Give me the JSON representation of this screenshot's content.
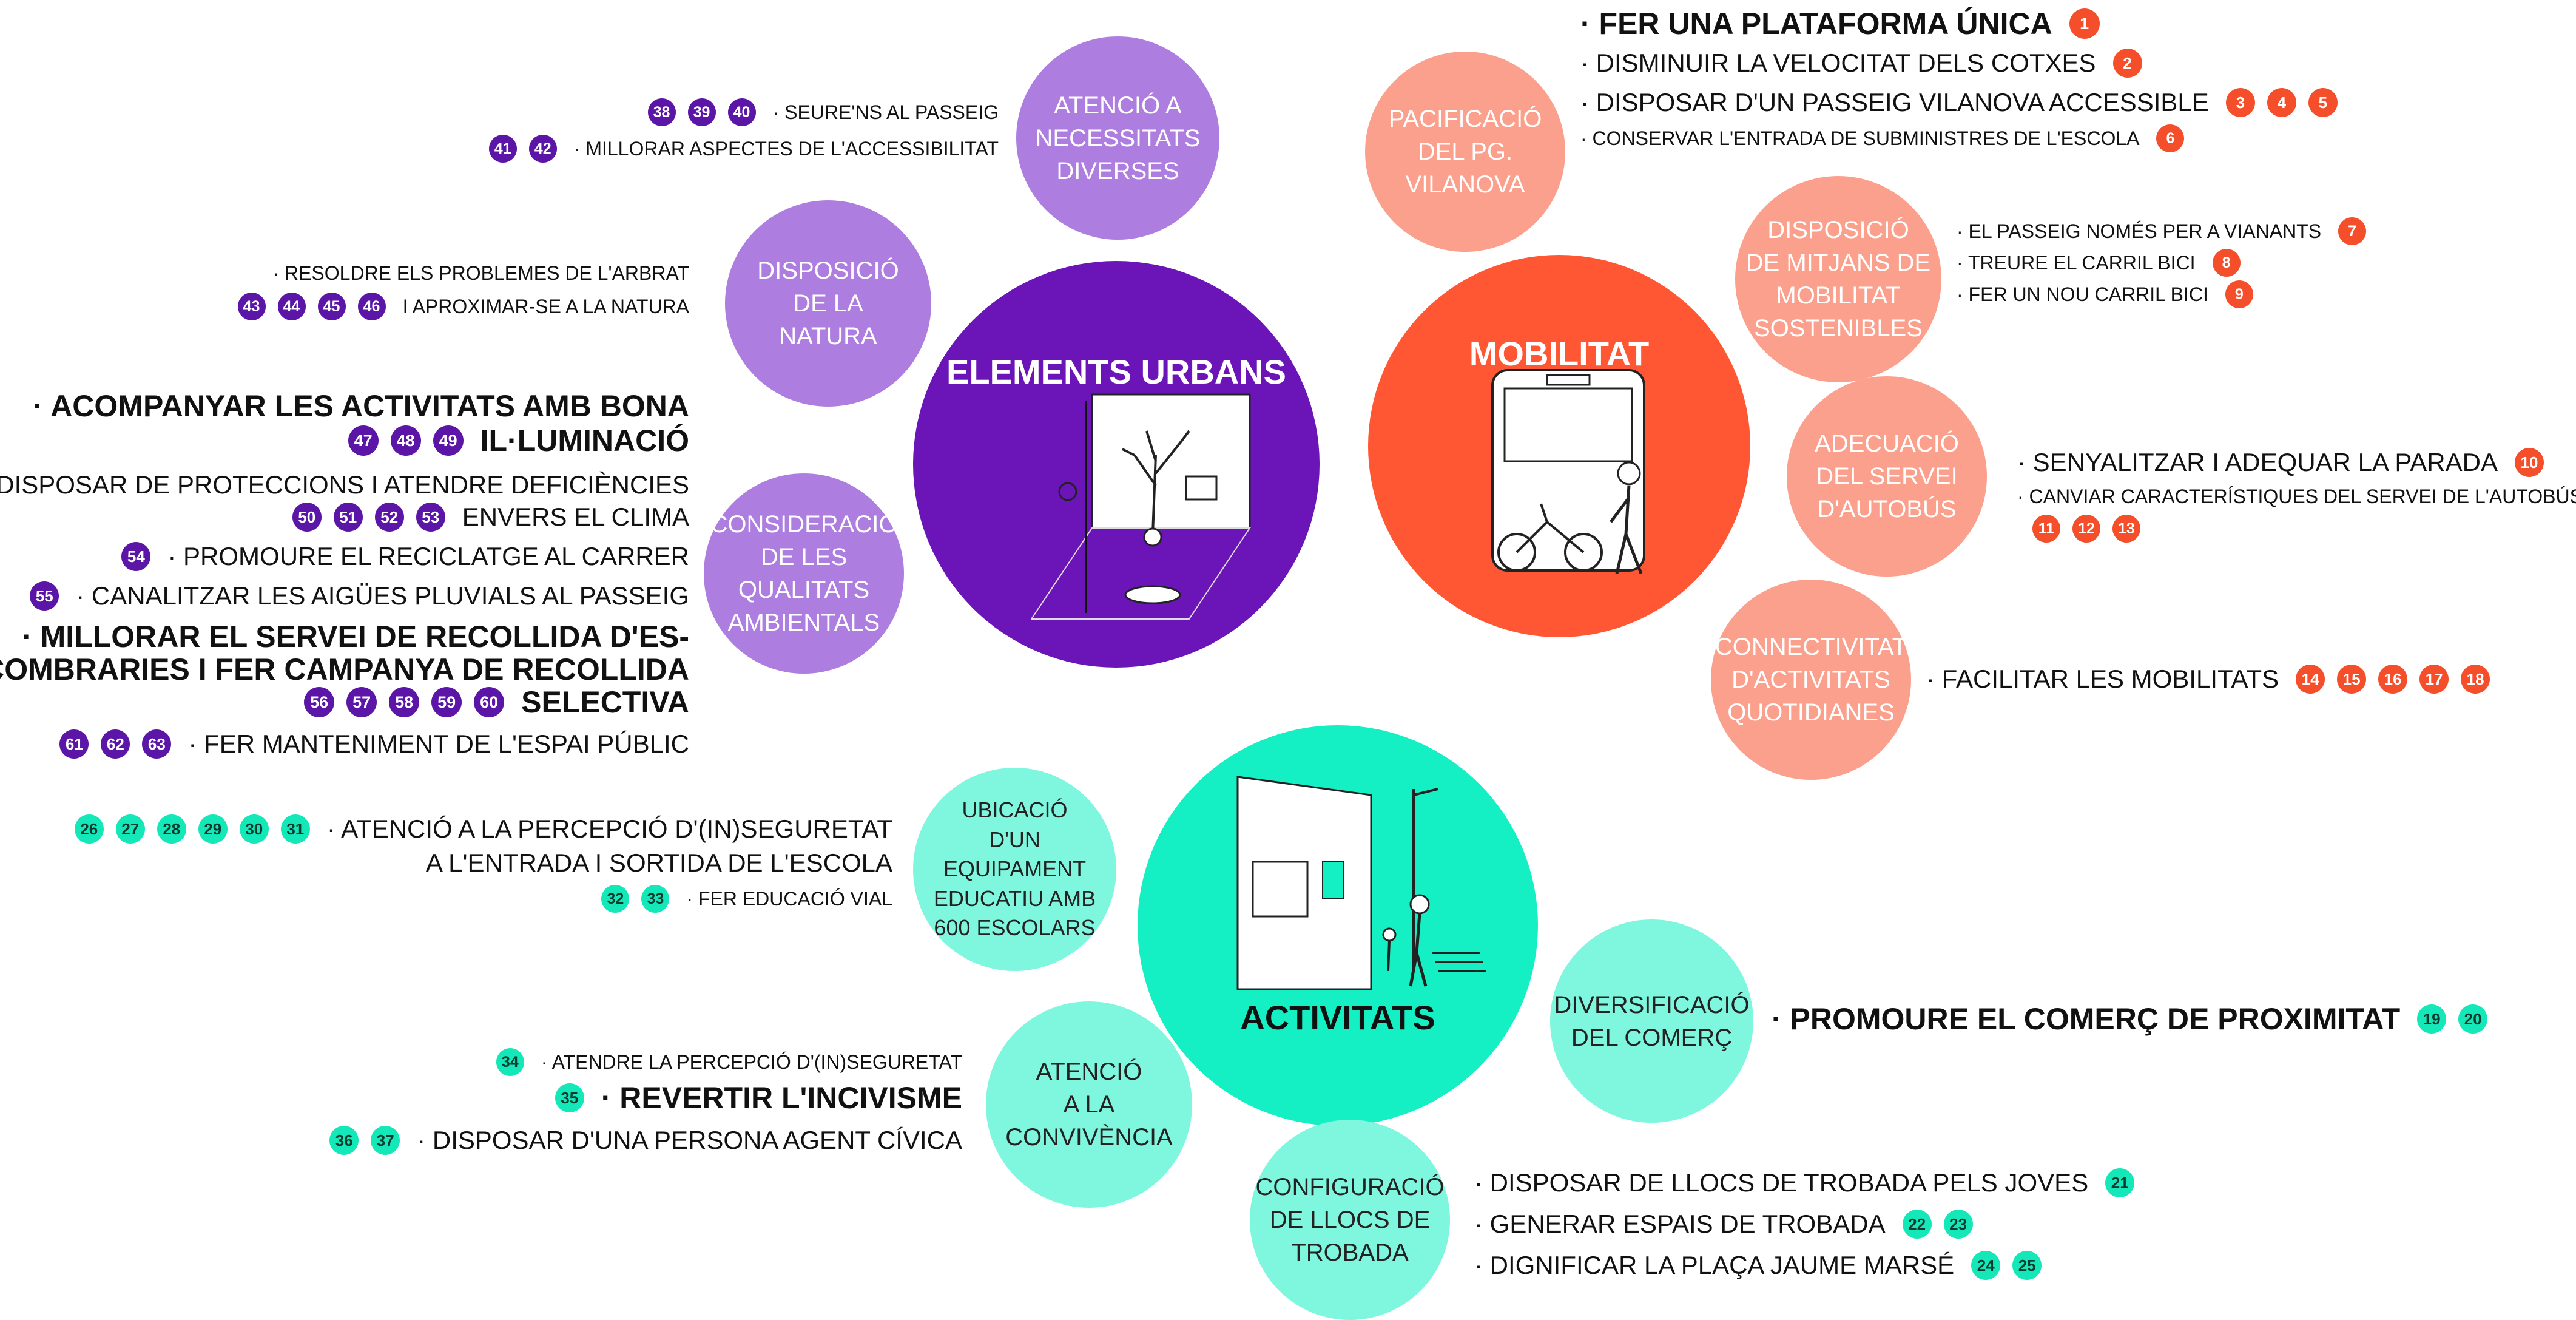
{
  "colors": {
    "purple": "#6b15b8",
    "purple_light": "#ad7ee0",
    "orange": "#ff5733",
    "orange_light": "#fba08c",
    "teal": "#14f0c4",
    "teal_light": "#7ff7de"
  },
  "hubs": {
    "elements_urbans": "ELEMENTS URBANS",
    "mobilitat": "MOBILITAT",
    "activitats": "ACTIVITATS"
  },
  "bubbles": {
    "atencio_necessitats": "ATENCIÓ A\nNECESSITATS\nDIVERSES",
    "disposicio_natura": "DISPOSICIÓ\nDE LA\nNATURA",
    "qualitats_ambientals": "CONSIDERACIÓ\nDE LES\nQUALITATS\nAMBIENTALS",
    "pacificacio": "PACIFICACIÓ\nDEL PG.\nVILANOVA",
    "mitjans_mobilitat": "DISPOSICIÓ\nDE MITJANS DE\nMOBILITAT\nSOSTENIBLES",
    "servei_autobus": "ADECUACIÓ\nDEL SERVEI\nD'AUTOBÚS",
    "connectivitat": "CONNECTIVITAT\nD'ACTIVITATS\nQUOTIDIANES",
    "ubicacio": "UBICACIÓ\nD'UN\nEQUIPAMENT\nEDUCATIU AMB\n600 ESCOLARS",
    "diversificacio": "DIVERSIFICACIÓ\nDEL COMERÇ",
    "convivencia": "ATENCIÓ\nA LA\nCONVIVÈNCIA",
    "llocs_trobada": "CONFIGURACIÓ\nDE LLOCS DE\nTROBADA"
  },
  "items": {
    "seure": {
      "text": "· SEURE'NS AL PASSEIG",
      "nums": [
        "38",
        "39",
        "40"
      ]
    },
    "accessibilitat": {
      "text": "· MILLORAR ASPECTES DE L'ACCESSIBILITAT",
      "nums": [
        "41",
        "42"
      ]
    },
    "arbrat": {
      "text": "· RESOLDRE ELS PROBLEMES DE L'ARBRAT"
    },
    "natura": {
      "text": "I APROXIMAR-SE A LA NATURA",
      "nums": [
        "43",
        "44",
        "45",
        "46"
      ]
    },
    "il_line1": {
      "text": "· ACOMPANYAR LES ACTIVITATS AMB BONA"
    },
    "il_line2": {
      "text": "IL·LUMINACIÓ",
      "nums": [
        "47",
        "48",
        "49"
      ]
    },
    "prot_line1": {
      "text": "· DISPOSAR DE PROTECCIONS I ATENDRE DEFICIÈNCIES"
    },
    "prot_line2": {
      "text": "ENVERS EL CLIMA",
      "nums": [
        "50",
        "51",
        "52",
        "53"
      ]
    },
    "reciclatge": {
      "text": "· PROMOURE EL RECICLATGE AL CARRER",
      "nums": [
        "54"
      ]
    },
    "pluvials": {
      "text": "· CANALITZAR LES AIGÜES PLUVIALS AL PASSEIG",
      "nums": [
        "55"
      ]
    },
    "rec_line1": {
      "text": "· MILLORAR EL SERVEI DE RECOLLIDA D'ES-"
    },
    "rec_line2": {
      "text": "COMBRARIES I FER CAMPANYA DE RECOLLIDA"
    },
    "rec_line3": {
      "text": "SELECTIVA",
      "nums": [
        "56",
        "57",
        "58",
        "59",
        "60"
      ]
    },
    "manteniment": {
      "text": "· FER MANTENIMENT DE L'ESPAI PÚBLIC",
      "nums": [
        "61",
        "62",
        "63"
      ]
    },
    "plataforma": {
      "text": "· FER UNA PLATAFORMA ÚNICA",
      "nums": [
        "1"
      ]
    },
    "velocitat": {
      "text": "· DISMINUIR LA VELOCITAT DELS COTXES",
      "nums": [
        "2"
      ]
    },
    "passeig_accessible": {
      "text": "· DISPOSAR D'UN PASSEIG VILANOVA ACCESSIBLE",
      "nums": [
        "3",
        "4",
        "5"
      ]
    },
    "subministres": {
      "text": "· CONSERVAR L'ENTRADA DE SUBMINISTRES DE L'ESCOLA",
      "nums": [
        "6"
      ]
    },
    "vianants": {
      "text": "· EL PASSEIG NOMÉS PER A VIANANTS",
      "nums": [
        "7"
      ]
    },
    "carril_bici": {
      "text": "· TREURE EL CARRIL BICI",
      "nums": [
        "8"
      ]
    },
    "nou_carril": {
      "text": "· FER UN NOU CARRIL BICI",
      "nums": [
        "9"
      ]
    },
    "parada": {
      "text": "· SENYALITZAR I ADEQUAR LA PARADA",
      "nums": [
        "10"
      ]
    },
    "servei_bus": {
      "text": "· CANVIAR CARACTERÍSTIQUES DEL SERVEI DE L'AUTOBÚS",
      "nums": [
        "11",
        "12",
        "13"
      ]
    },
    "mobilitats": {
      "text": "· FACILITAR LES MOBILITATS",
      "nums": [
        "14",
        "15",
        "16",
        "17",
        "18"
      ]
    },
    "seguretat1": {
      "text": "· ATENCIÓ A LA PERCEPCIÓ D'(IN)SEGURETAT",
      "nums": [
        "26",
        "27",
        "28",
        "29",
        "30",
        "31"
      ]
    },
    "seguretat2": {
      "text": "A L'ENTRADA I SORTIDA DE L'ESCOLA"
    },
    "vial": {
      "text": "· FER EDUCACIÓ VIAL",
      "nums": [
        "32",
        "33"
      ]
    },
    "comerc": {
      "text": "· PROMOURE EL COMERÇ DE PROXIMITAT",
      "nums": [
        "19",
        "20"
      ]
    },
    "percepcio": {
      "text": "· ATENDRE LA PERCEPCIÓ D'(IN)SEGURETAT",
      "nums": [
        "34"
      ]
    },
    "incivisme": {
      "text": "· REVERTIR L'INCIVISME",
      "nums": [
        "35"
      ]
    },
    "agent": {
      "text": "· DISPOSAR D'UNA PERSONA AGENT CÍVICA",
      "nums": [
        "36",
        "37"
      ]
    },
    "joves": {
      "text": "· DISPOSAR DE LLOCS DE TROBADA PELS JOVES",
      "nums": [
        "21"
      ]
    },
    "espais": {
      "text": "· GENERAR ESPAIS DE TROBADA",
      "nums": [
        "22",
        "23"
      ]
    },
    "placa": {
      "text": "· DIGNIFICAR LA PLAÇA JAUME MARSÉ",
      "nums": [
        "24",
        "25"
      ]
    }
  },
  "icons": {
    "urbans": "street-scene-sketch",
    "mobilitat": "bus-bike-sketch",
    "activitats": "school-street-sketch"
  }
}
